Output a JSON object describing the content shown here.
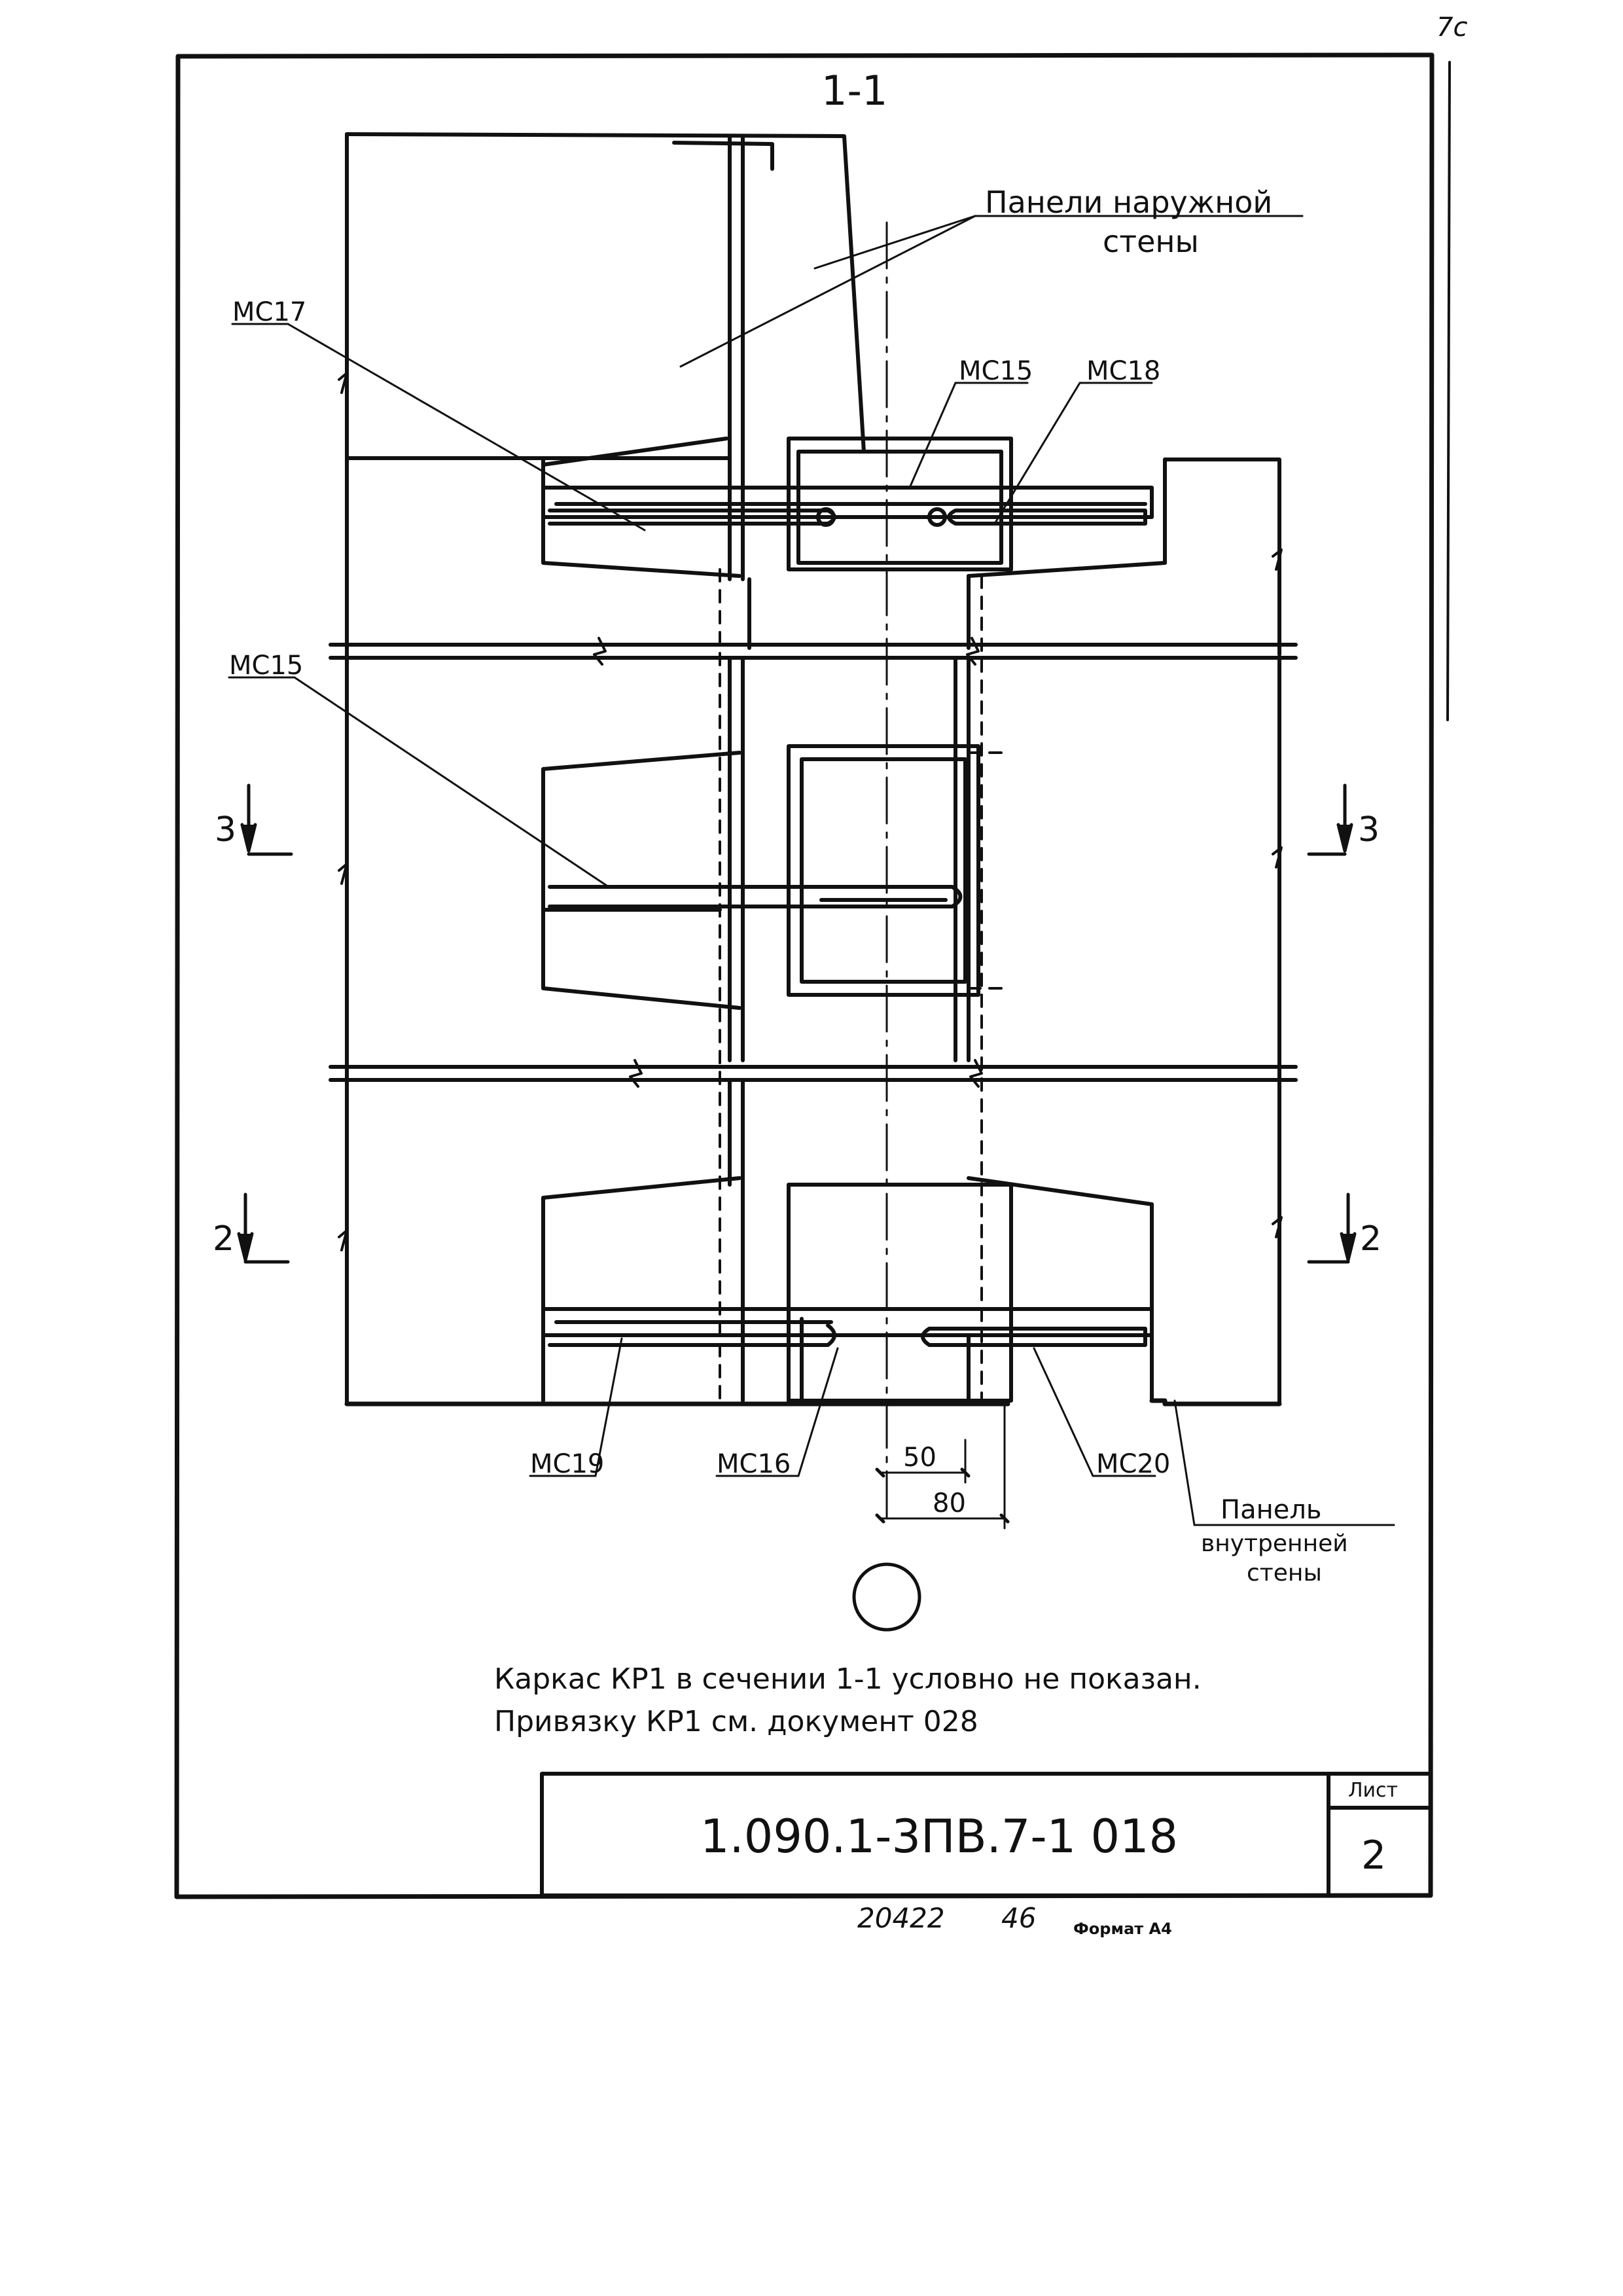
{
  "corner_mark": "7с",
  "section_title": "1-1",
  "callouts": {
    "outer_wall_panels": [
      "Панели наружной",
      "стены"
    ],
    "inner_wall_panel": [
      "Панель",
      "внутренней",
      "стены"
    ],
    "mc15_top": "МС15",
    "mc17": "МС17",
    "mc18": "МС18",
    "mc15_mid": "МС15",
    "mc19": "МС19",
    "mc16": "МС16",
    "mc20": "МС20"
  },
  "section_marks": {
    "left_3": "3",
    "right_3": "3",
    "left_2": "2",
    "right_2": "2"
  },
  "dimensions": {
    "d50": "50",
    "d80": "80"
  },
  "note": [
    "Каркас КР1 в сечении 1-1 условно не показан.",
    "Привязку КР1 см. документ 028"
  ],
  "title_block": {
    "document_code": "1.090.1-3ПВ.7-1    018",
    "sheet_label": "Лист",
    "sheet_number": "2"
  },
  "footer": {
    "inventory": "20422",
    "page": "46",
    "format": "Формат А4"
  }
}
